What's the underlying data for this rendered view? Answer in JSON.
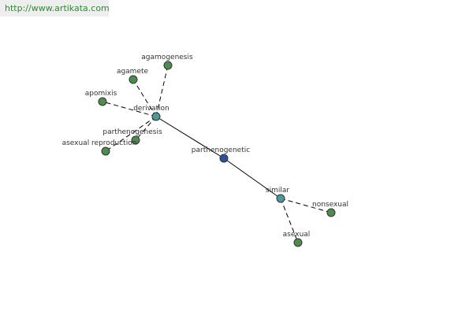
{
  "source": {
    "url_text": "http://www.artikata.com"
  },
  "graph": {
    "colors": {
      "center": "#2f4f9f",
      "hub": "#4a9a9a",
      "leaf": "#4e8b4e",
      "edge": "#000000",
      "banner_bg": "#eeeeee",
      "link": "#2e8b2e"
    },
    "nodes": [
      {
        "id": "parthenogenetic",
        "label": "parthenogenetic",
        "kind": "center"
      },
      {
        "id": "derivation",
        "label": "derivation",
        "kind": "hub"
      },
      {
        "id": "similar",
        "label": "similar",
        "kind": "hub"
      },
      {
        "id": "agamogenesis",
        "label": "agamogenesis",
        "kind": "leaf"
      },
      {
        "id": "agamete",
        "label": "agamete",
        "kind": "leaf"
      },
      {
        "id": "apomixis",
        "label": "apomixis",
        "kind": "leaf"
      },
      {
        "id": "parthenogenesis",
        "label": "parthenogenesis",
        "kind": "leaf"
      },
      {
        "id": "asexual-reproduction",
        "label": "asexual reproduction",
        "kind": "leaf"
      },
      {
        "id": "nonsexual",
        "label": "nonsexual",
        "kind": "leaf"
      },
      {
        "id": "asexual",
        "label": "asexual",
        "kind": "leaf"
      }
    ],
    "edges": [
      {
        "from": "parthenogenetic",
        "to": "derivation",
        "style": "solid"
      },
      {
        "from": "parthenogenetic",
        "to": "similar",
        "style": "solid"
      },
      {
        "from": "derivation",
        "to": "agamogenesis",
        "style": "dashed"
      },
      {
        "from": "derivation",
        "to": "agamete",
        "style": "dashed"
      },
      {
        "from": "derivation",
        "to": "apomixis",
        "style": "dashed"
      },
      {
        "from": "derivation",
        "to": "parthenogenesis",
        "style": "dashed"
      },
      {
        "from": "derivation",
        "to": "asexual-reproduction",
        "style": "dashed"
      },
      {
        "from": "similar",
        "to": "nonsexual",
        "style": "dashed"
      },
      {
        "from": "similar",
        "to": "asexual",
        "style": "dashed"
      }
    ]
  }
}
